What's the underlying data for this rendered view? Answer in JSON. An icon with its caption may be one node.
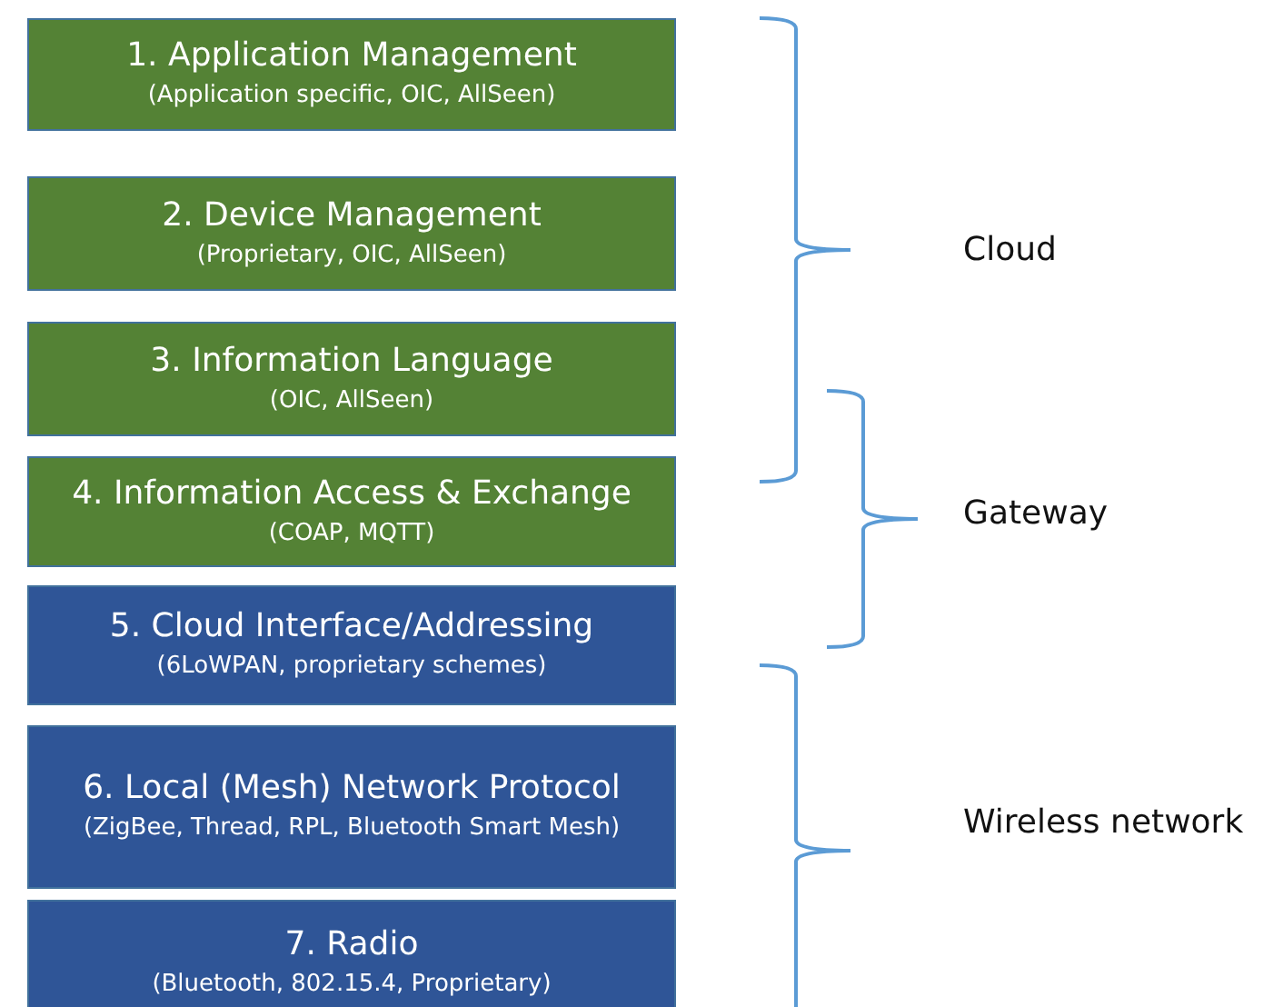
{
  "diagram": {
    "nodes": [
      {
        "text": [
          "1. Application Management",
          "(Application specific, OIC, AllSeen)"
        ]
      },
      {
        "text": [
          "2. Device Management",
          "(Proprietary, OIC, AllSeen)"
        ]
      },
      {
        "text": [
          "3. Information Language",
          "(OIC, AllSeen)"
        ]
      },
      {
        "text": [
          "4. Information Access & Exchange",
          "(COAP, MQTT)"
        ]
      },
      {
        "text": [
          "5. Cloud Interface/Addressing",
          "(6LoWPAN, proprietary schemes)"
        ]
      },
      {
        "text": [
          "6. Local (Mesh) Network Protocol",
          "(ZigBee, Thread, RPL, Bluetooth Smart Mesh)"
        ]
      },
      {
        "text": [
          "7. Radio",
          "(Bluetooth, 802.15.4, Proprietary)"
        ]
      }
    ],
    "labels": [
      "Cloud",
      "Gateway",
      "Wireless network"
    ]
  }
}
